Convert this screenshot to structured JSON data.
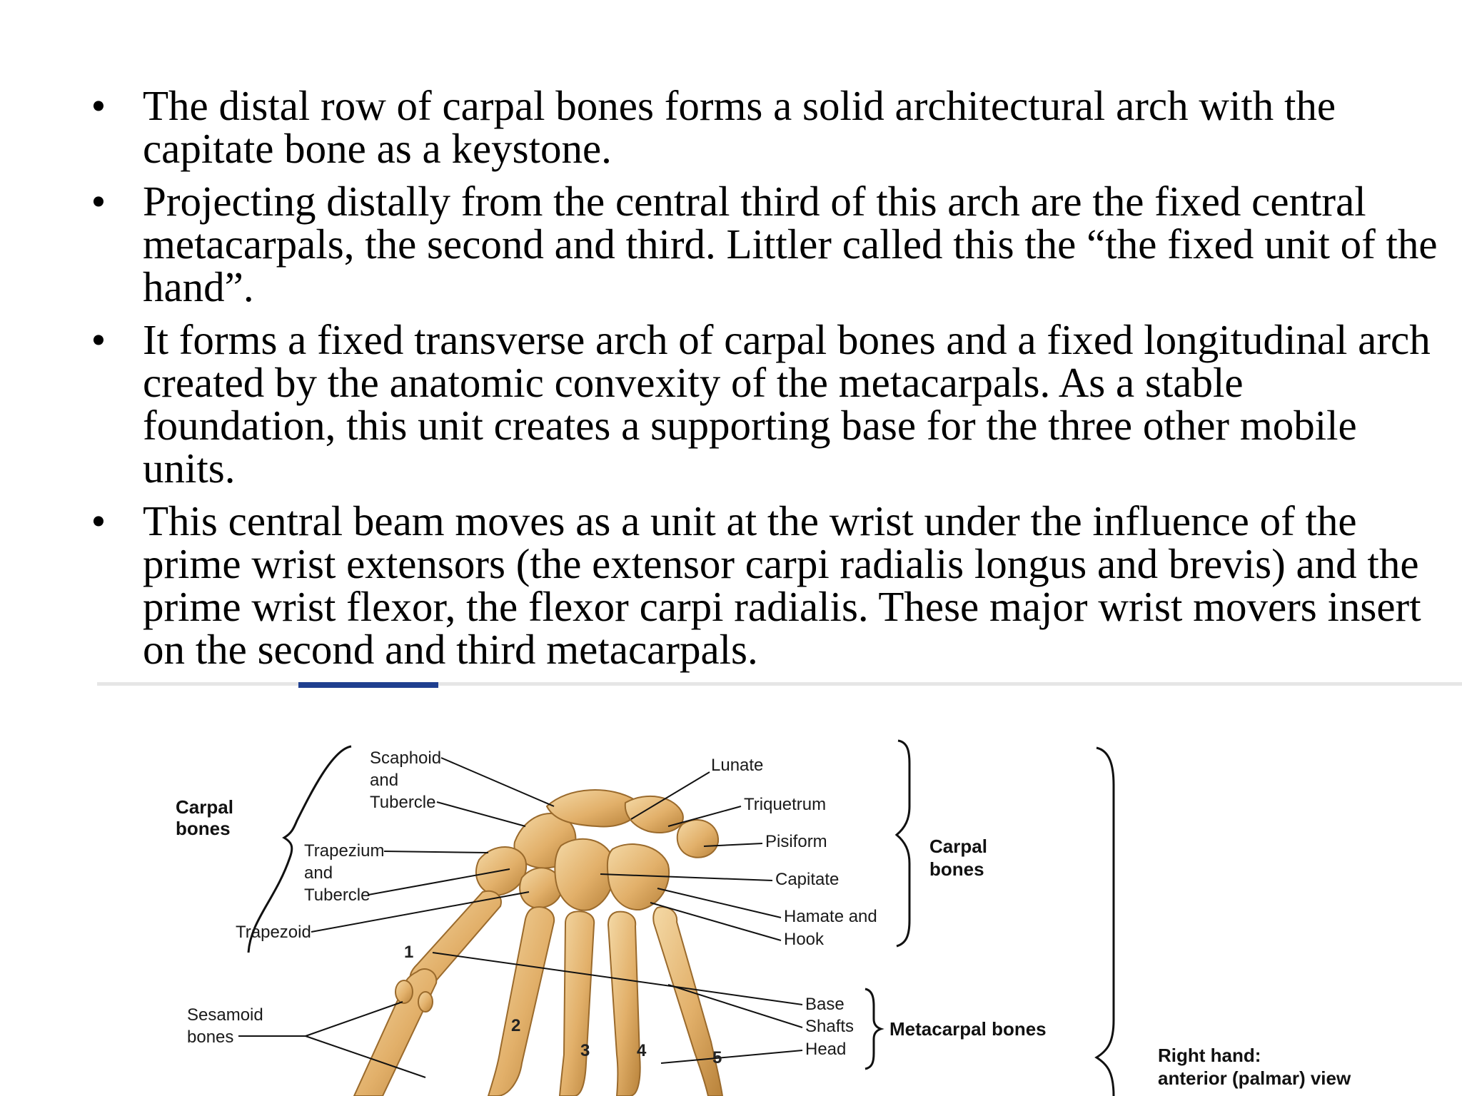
{
  "bullets": [
    "The distal row of carpal bones forms a solid architectural arch with the capitate bone as a keystone.",
    "Projecting distally from the central third of this arch are the fixed central metacarpals, the second and third. Littler called this the “the fixed unit of the hand”.",
    "It forms a fixed transverse arch of carpal bones and a fixed longitudinal arch created by the anatomic convexity of the metacarpals. As a stable foundation, this unit creates a supporting base for the three other mobile units.",
    "This central beam moves as a unit at the wrist under the influence of the prime wrist extensors (the extensor carpi radialis longus and brevis) and the prime wrist flexor, the flexor carpi radialis. These major wrist movers insert on the second and third metacarpals."
  ],
  "bullet_symbol": "•",
  "figure": {
    "left_group": [
      "Carpal",
      "bones"
    ],
    "scaphoid": [
      "Scaphoid",
      "and",
      "Tubercle"
    ],
    "trapezium": [
      "Trapezium",
      "and",
      "Tubercle"
    ],
    "trapezoid": "Trapezoid",
    "sesamoid": [
      "Sesamoid",
      "bones"
    ],
    "lunate": "Lunate",
    "triquetrum": "Triquetrum",
    "pisiform": "Pisiform",
    "capitate": "Capitate",
    "hamate": [
      "Hamate and",
      "Hook"
    ],
    "metacarpal_parts": [
      "Base",
      "Shafts",
      "Head"
    ],
    "metacarpal_group": "Metacarpal bones",
    "right_group": [
      "Carpal",
      "bones"
    ],
    "view_title": [
      "Right hand:",
      "anterior (palmar) view"
    ],
    "digits": [
      "1",
      "2",
      "3",
      "4",
      "5"
    ]
  },
  "colors": {
    "bone": "#e2b06a",
    "bone_dark": "#b8823a",
    "bone_light": "#f4d9a6",
    "divider_accent": "#1f3f8f"
  }
}
